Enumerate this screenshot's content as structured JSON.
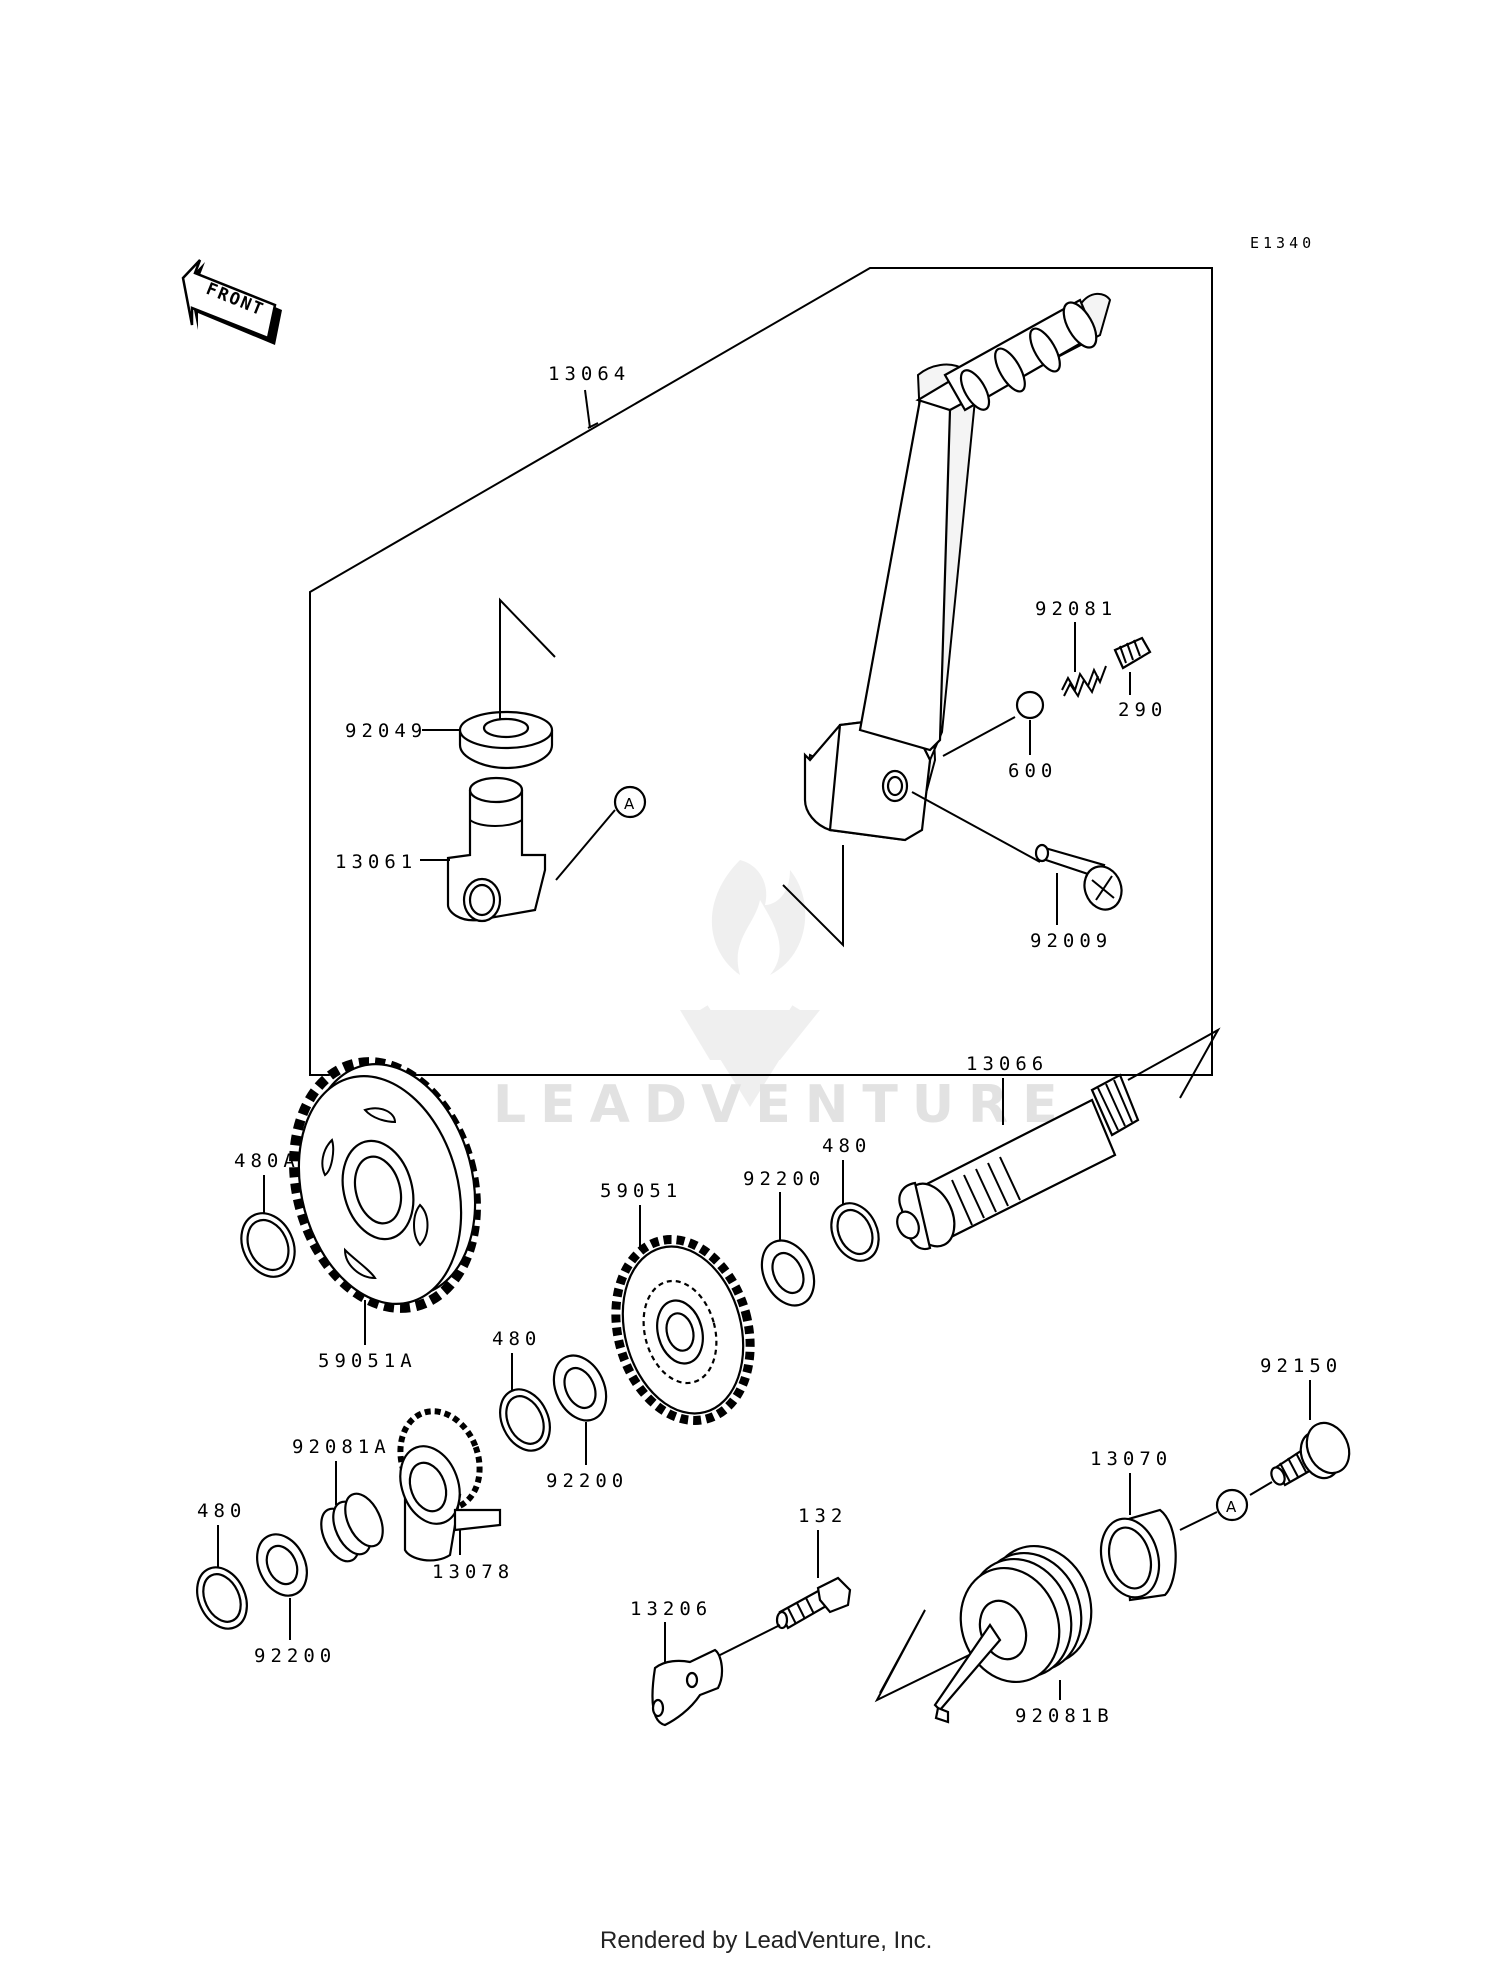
{
  "diagram_code": "E1340",
  "front_label": "FRONT",
  "watermark": "LEADVENTURE",
  "footer": "Rendered by LeadVenture, Inc.",
  "callout_marker": "A",
  "parts": {
    "p13064": "13064",
    "p92049": "92049",
    "p13061": "13061",
    "p92081": "92081",
    "p290": "290",
    "p600": "600",
    "p92009": "92009",
    "p13066": "13066",
    "p480A": "480A",
    "p59051A": "59051A",
    "p59051": "59051",
    "p92200_a": "92200",
    "p480_a": "480",
    "p480_b": "480",
    "p92200_b": "92200",
    "p92081A": "92081A",
    "p13078": "13078",
    "p480_c": "480",
    "p92200_c": "92200",
    "p92150": "92150",
    "p13070": "13070",
    "p132": "132",
    "p13206": "13206",
    "p92081B": "92081B"
  }
}
